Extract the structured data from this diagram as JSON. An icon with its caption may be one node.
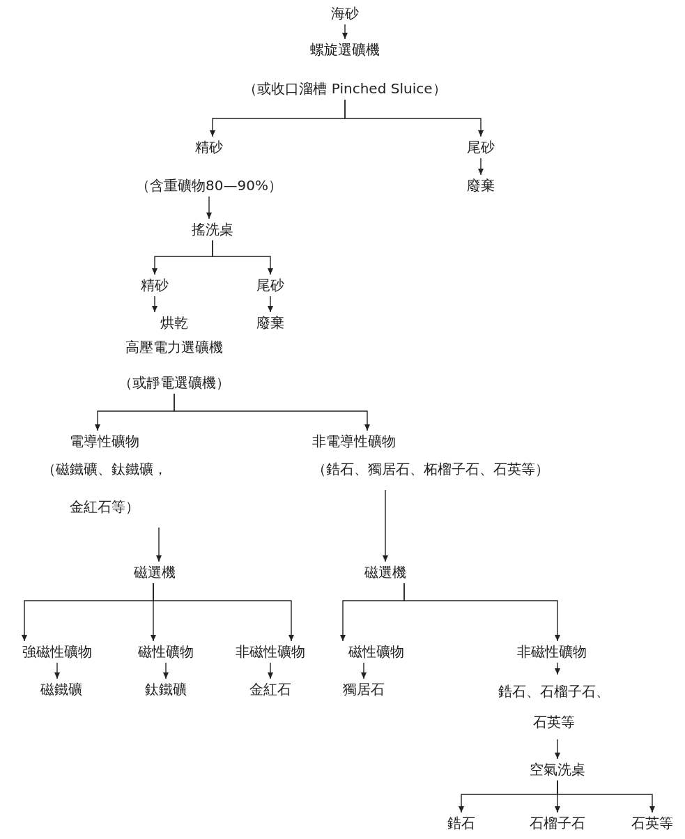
{
  "diagram": {
    "nodes": [
      {
        "text": [
          "海砂"
        ]
      },
      {
        "text": [
          "螺旋選礦機",
          "（或收口溜槽 Pinched Sluice）"
        ]
      },
      {
        "text": [
          "精砂",
          "（含重礦物80—90%）"
        ]
      },
      {
        "text": [
          "尾砂"
        ]
      },
      {
        "text": [
          "廢棄"
        ]
      },
      {
        "text": [
          "搖洗桌"
        ]
      },
      {
        "text": [
          "精砂"
        ]
      },
      {
        "text": [
          "尾砂"
        ]
      },
      {
        "text": [
          "烘乾",
          "高壓電力選礦機",
          "（或靜電選礦機）"
        ]
      },
      {
        "text": [
          "廢棄"
        ]
      },
      {
        "text": [
          "電導性礦物",
          "（磁鐵礦、鈦鐵礦，金紅石等）"
        ]
      },
      {
        "text": [
          "非電導性礦物",
          "（鋯石、獨居石、柘榴子石、石英等）"
        ]
      },
      {
        "text": [
          "磁選機"
        ]
      },
      {
        "text": [
          "磁選機"
        ]
      },
      {
        "text": [
          "強磁性礦物"
        ]
      },
      {
        "text": [
          "磁性礦物"
        ]
      },
      {
        "text": [
          "非磁性礦物"
        ]
      },
      {
        "text": [
          "磁鐵礦"
        ]
      },
      {
        "text": [
          "鈦鐵礦"
        ]
      },
      {
        "text": [
          "金紅石"
        ]
      },
      {
        "text": [
          "磁性礦物"
        ]
      },
      {
        "text": [
          "非磁性礦物"
        ]
      },
      {
        "text": [
          "獨居石"
        ]
      },
      {
        "text": [
          "鋯石、石榴子石、石英等"
        ]
      },
      {
        "text": [
          "空氣洗桌"
        ]
      },
      {
        "text": [
          "鋯石"
        ]
      },
      {
        "text": [
          "石榴子石"
        ]
      },
      {
        "text": [
          "石英等"
        ]
      }
    ],
    "edges": [
      {
        "from": 0,
        "to": 1,
        "arrow": "to"
      },
      {
        "from": 1,
        "to": 2,
        "arrow": "to"
      },
      {
        "from": 1,
        "to": 3,
        "arrow": "to"
      },
      {
        "from": 3,
        "to": 4,
        "arrow": "to"
      },
      {
        "from": 2,
        "to": 5,
        "arrow": "to"
      },
      {
        "from": 5,
        "to": 6,
        "arrow": "to"
      },
      {
        "from": 5,
        "to": 7,
        "arrow": "to"
      },
      {
        "from": 6,
        "to": 8,
        "arrow": "to"
      },
      {
        "from": 7,
        "to": 9,
        "arrow": "to"
      },
      {
        "from": 8,
        "to": 10,
        "arrow": "to"
      },
      {
        "from": 8,
        "to": 11,
        "arrow": "to"
      },
      {
        "from": 10,
        "to": 12,
        "arrow": "to"
      },
      {
        "from": 11,
        "to": 13,
        "arrow": "to"
      },
      {
        "from": 12,
        "to": 14,
        "arrow": "to"
      },
      {
        "from": 12,
        "to": 15,
        "arrow": "to"
      },
      {
        "from": 12,
        "to": 16,
        "arrow": "to"
      },
      {
        "from": 14,
        "to": 17,
        "arrow": "to"
      },
      {
        "from": 15,
        "to": 18,
        "arrow": "to"
      },
      {
        "from": 16,
        "to": 19,
        "arrow": "to"
      },
      {
        "from": 13,
        "to": 20,
        "arrow": "to"
      },
      {
        "from": 13,
        "to": 21,
        "arrow": "to"
      },
      {
        "from": 20,
        "to": 22,
        "arrow": "to"
      },
      {
        "from": 21,
        "to": 23,
        "arrow": "to"
      },
      {
        "from": 23,
        "to": 24,
        "arrow": "to"
      },
      {
        "from": 24,
        "to": 25,
        "arrow": "to"
      },
      {
        "from": 24,
        "to": 26,
        "arrow": "to"
      },
      {
        "from": 24,
        "to": 27,
        "arrow": "to"
      }
    ]
  }
}
